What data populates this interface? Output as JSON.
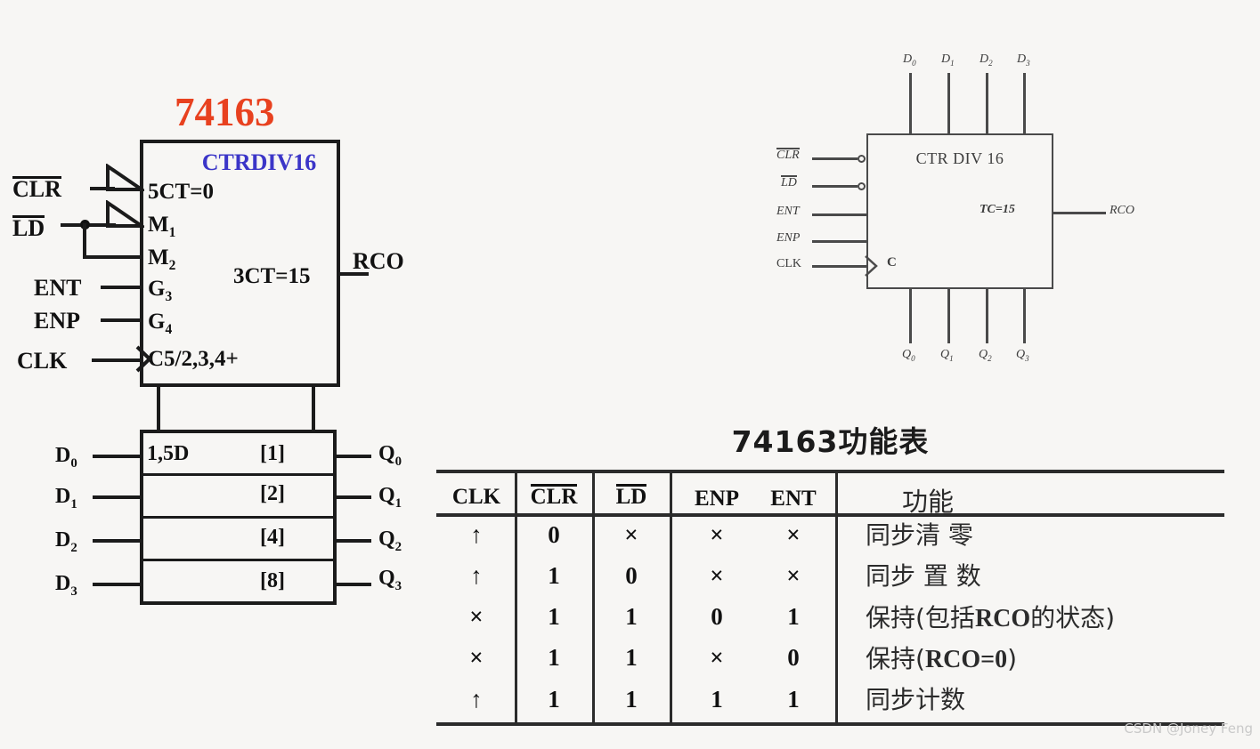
{
  "left_symbol": {
    "title": "74163",
    "title_color": "#e8411f",
    "subtitle": "CTRDIV16",
    "subtitle_color": "#3b35c8",
    "control_labels": {
      "clr_ct": "5CT=0",
      "m1": "M",
      "m1_sub": "1",
      "m2": "M",
      "m2_sub": "2",
      "g3": "G",
      "g3_sub": "3",
      "g4": "G",
      "g4_sub": "4",
      "clk_label": "C5/2,3,4+",
      "rco_internal": "3CT=15"
    },
    "input_pins": [
      {
        "name": "CLR",
        "overline": true
      },
      {
        "name": "LD",
        "overline": true
      },
      {
        "name": "ENT",
        "overline": false
      },
      {
        "name": "ENP",
        "overline": false
      },
      {
        "name": "CLK",
        "overline": false
      }
    ],
    "output_pins": [
      {
        "name": "RCO",
        "overline": false
      }
    ],
    "data_rows": [
      {
        "left": "D",
        "left_sub": "0",
        "inner_left": "1,5D",
        "weight": "[1]",
        "right": "Q",
        "right_sub": "0"
      },
      {
        "left": "D",
        "left_sub": "1",
        "inner_left": "",
        "weight": "[2]",
        "right": "Q",
        "right_sub": "1"
      },
      {
        "left": "D",
        "left_sub": "2",
        "inner_left": "",
        "weight": "[4]",
        "right": "Q",
        "right_sub": "2"
      },
      {
        "left": "D",
        "left_sub": "3",
        "inner_left": "",
        "weight": "[8]",
        "right": "Q",
        "right_sub": "3"
      }
    ]
  },
  "right_symbol": {
    "block_title": "CTR DIV 16",
    "tc_label": "TC=15",
    "clock_label": "C",
    "top_pins": [
      {
        "name": "D",
        "sub": "0"
      },
      {
        "name": "D",
        "sub": "1"
      },
      {
        "name": "D",
        "sub": "2"
      },
      {
        "name": "D",
        "sub": "3"
      }
    ],
    "bottom_pins": [
      {
        "name": "Q",
        "sub": "0"
      },
      {
        "name": "Q",
        "sub": "1"
      },
      {
        "name": "Q",
        "sub": "2"
      },
      {
        "name": "Q",
        "sub": "3"
      }
    ],
    "left_pins": [
      {
        "name": "CLR",
        "overline": true,
        "bubble": true
      },
      {
        "name": "LD",
        "overline": true,
        "bubble": true
      },
      {
        "name": "ENT",
        "overline": false,
        "bubble": false
      },
      {
        "name": "ENP",
        "overline": false,
        "bubble": false
      },
      {
        "name": "CLK",
        "overline": false,
        "bubble": false
      }
    ],
    "right_pins": [
      {
        "name": "RCO"
      }
    ]
  },
  "function_table": {
    "title": "74163功能表",
    "headers": [
      {
        "label": "CLK",
        "overline": false
      },
      {
        "label": "CLR",
        "overline": true
      },
      {
        "label": "LD",
        "overline": true
      },
      {
        "label": "ENP",
        "overline": false
      },
      {
        "label": "ENT",
        "overline": false
      },
      {
        "label": "功能",
        "overline": false
      }
    ],
    "rows": [
      {
        "clk": "↑",
        "clr": "0",
        "ld": "×",
        "enp": "×",
        "ent": "×",
        "fn": "同步清 零",
        "fn_html": "同步清 零"
      },
      {
        "clk": "↑",
        "clr": "1",
        "ld": "0",
        "enp": "×",
        "ent": "×",
        "fn": "同步 置 数",
        "fn_html": "同步 置 数"
      },
      {
        "clk": "×",
        "clr": "1",
        "ld": "1",
        "enp": "0",
        "ent": "1",
        "fn": "保持(包括RCO的状态)",
        "fn_html": "保持(包括<b>RCO</b>的状态)"
      },
      {
        "clk": "×",
        "clr": "1",
        "ld": "1",
        "enp": "×",
        "ent": "0",
        "fn": "保持(RCO=0)",
        "fn_html": "保持(<b>RCO=0</b>)"
      },
      {
        "clk": "↑",
        "clr": "1",
        "ld": "1",
        "enp": "1",
        "ent": "1",
        "fn": "同步计数",
        "fn_html": "同步计数"
      }
    ]
  },
  "watermark": {
    "text": "CSDN @Joney Feng"
  }
}
